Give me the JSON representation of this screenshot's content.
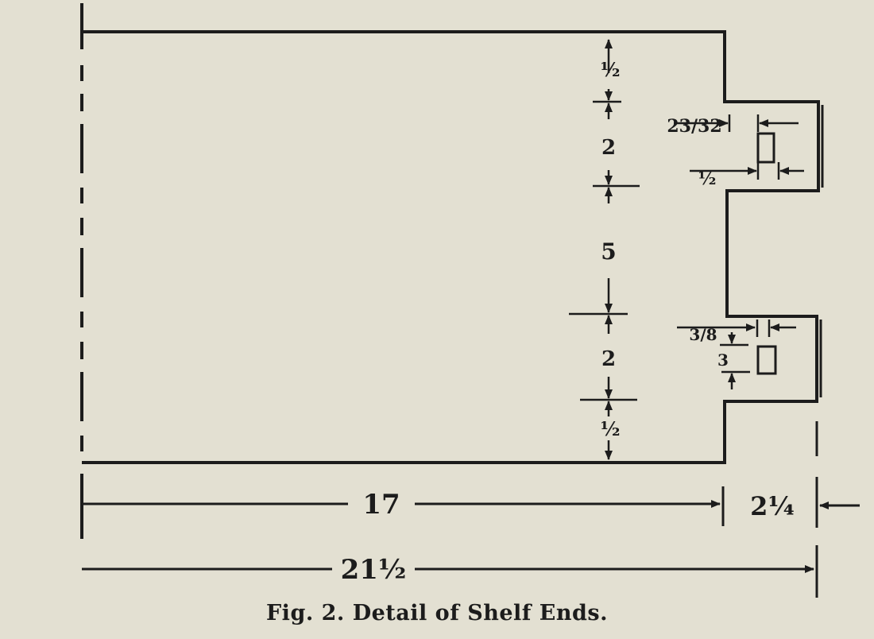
{
  "caption": "Fig. 2.  Detail of Shelf Ends.",
  "dimensions": {
    "overall_length": "21½",
    "body_length": "17",
    "tab_length": "2¼",
    "vertical_top_margin": "½",
    "vertical_upper_gap": "2",
    "vertical_middle_span": "5",
    "vertical_lower_gap": "2",
    "vertical_bottom_margin": "½",
    "upper_slot_offset": "23/32",
    "upper_slot_width": "½",
    "lower_slot_offset": "3/8",
    "lower_slot_height": "3"
  },
  "colors": {
    "paper": "#e3e0d2",
    "ink": "#1c1c1c"
  }
}
